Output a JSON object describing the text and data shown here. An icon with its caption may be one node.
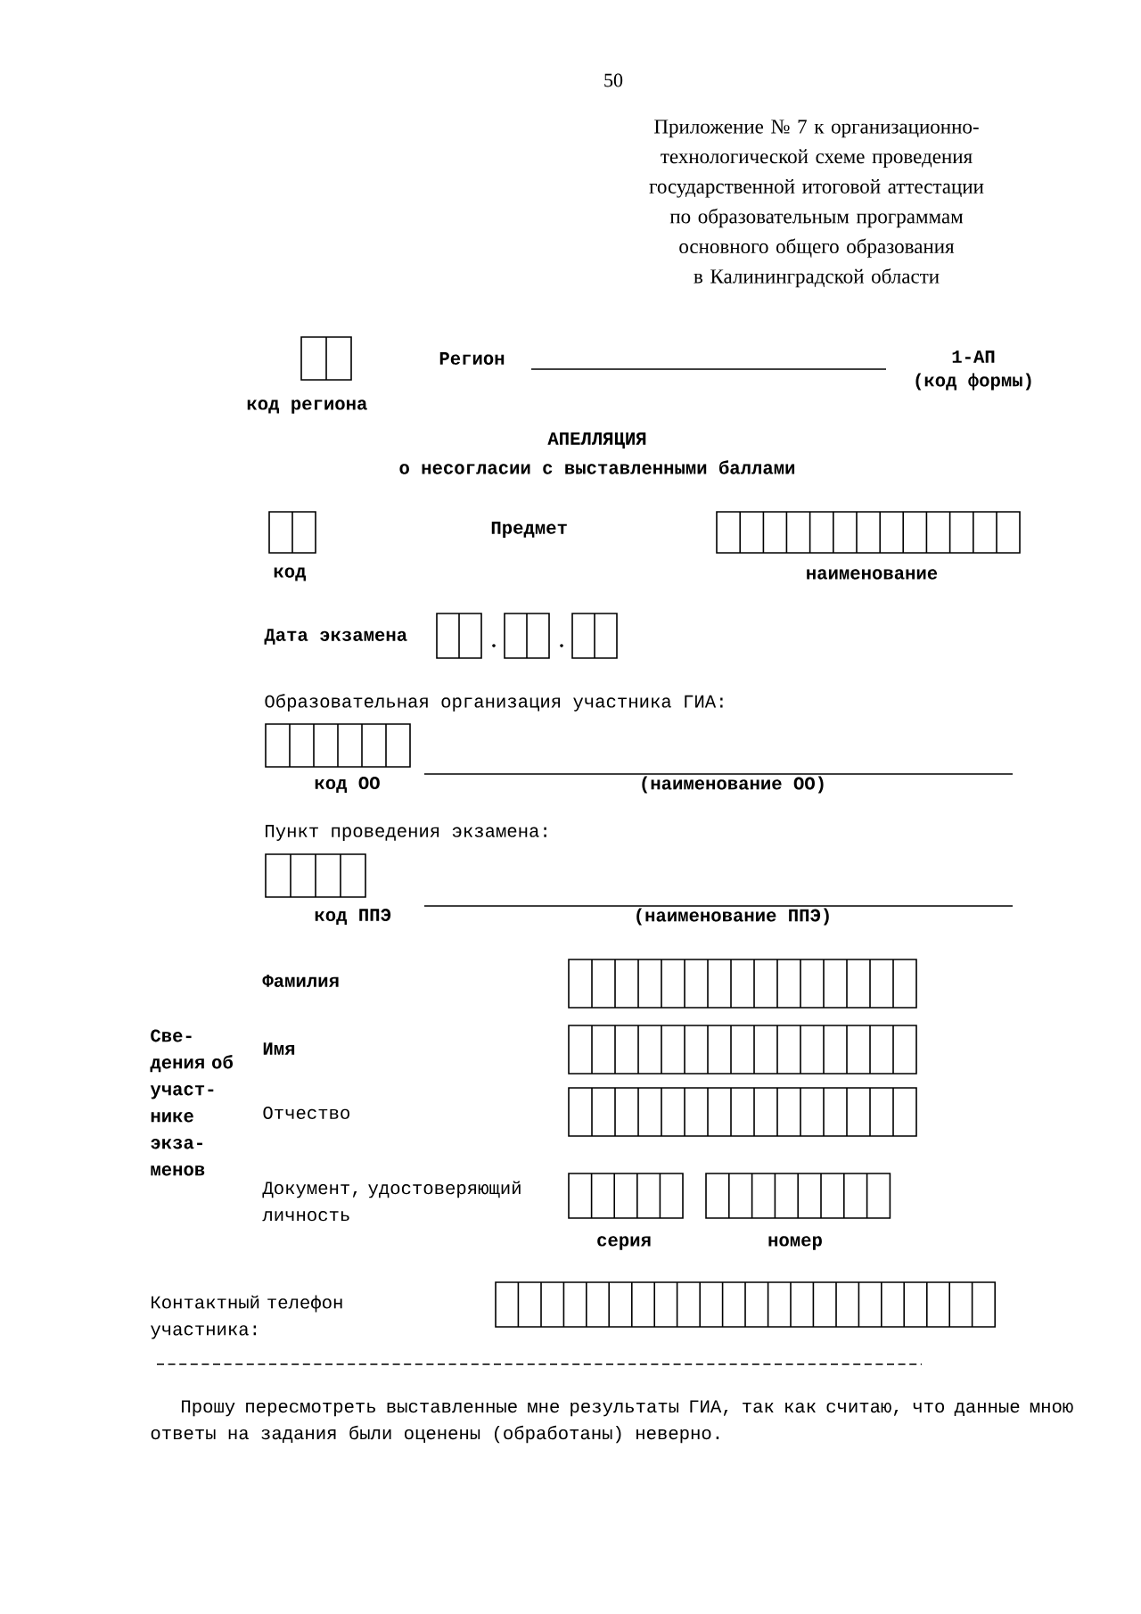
{
  "diagram": {
    "labels": [
      "50",
      "Приложение № 7 к организационно-технологической схеме проведения государственной итоговой аттестации по образовательным программам основного общего образования в Калининградской области",
      "Регион",
      "1-АП",
      "(код формы)",
      "код региона",
      "АПЕЛЛЯЦИЯ",
      "о несогласии с выставленными баллами",
      "Предмет",
      "код",
      "наименование",
      "Дата экзамена",
      "Образовательная организация участника ГИА:",
      "код ОО",
      "(наименование ОО)",
      "Пункт проведения экзамена:",
      "код ППЭ",
      "(наименование ППЭ)",
      "Фамилия",
      "Све-дения об участ-нике экза-менов",
      "Имя",
      "Отчество",
      "Документ, удостоверяющий личность",
      "серия",
      "номер",
      "Контактный телефон участника:",
      "Прошу пересмотреть выставленные мне результаты ГИА, так как считаю, что данные мною ответы на задания были оценены (обработаны) неверно."
    ]
  }
}
